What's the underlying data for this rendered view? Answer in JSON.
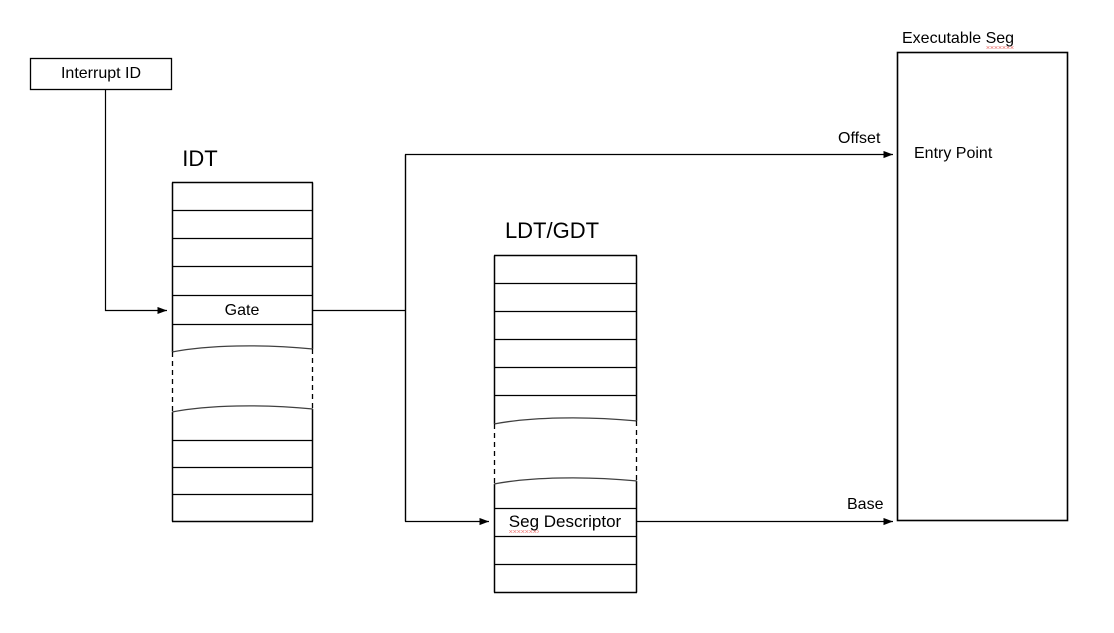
{
  "diagram": {
    "title": "Interrupt handling via IDT, LDT/GDT and Executable Segment",
    "background_color": "#ffffff",
    "line_color": "#000000",
    "spellcheck_color": "#e53935"
  },
  "interrupt_box": {
    "label": "Interrupt ID"
  },
  "idt": {
    "title": "IDT",
    "highlight_cell": "Gate",
    "rows_above_break": 6,
    "rows_below_break": 4,
    "cells": [
      "",
      "",
      "",
      "",
      "Gate",
      "",
      "break",
      "",
      "",
      "",
      ""
    ]
  },
  "ldtgdt": {
    "title": "LDT/GDT",
    "highlight_cell": "Seg Descriptor",
    "highlight_cell_spellcheck_word": "Seg",
    "rows_above_break": 6,
    "rows_below_break": 4,
    "cells": [
      "",
      "",
      "",
      "",
      "",
      "",
      "break",
      "",
      "Seg Descriptor",
      "",
      ""
    ]
  },
  "executable_seg": {
    "title": "Executable Seg",
    "title_spellcheck_word": "Seg",
    "entry_label": "Entry Point"
  },
  "edges": {
    "offset_label": "Offset",
    "base_label": "Base"
  }
}
